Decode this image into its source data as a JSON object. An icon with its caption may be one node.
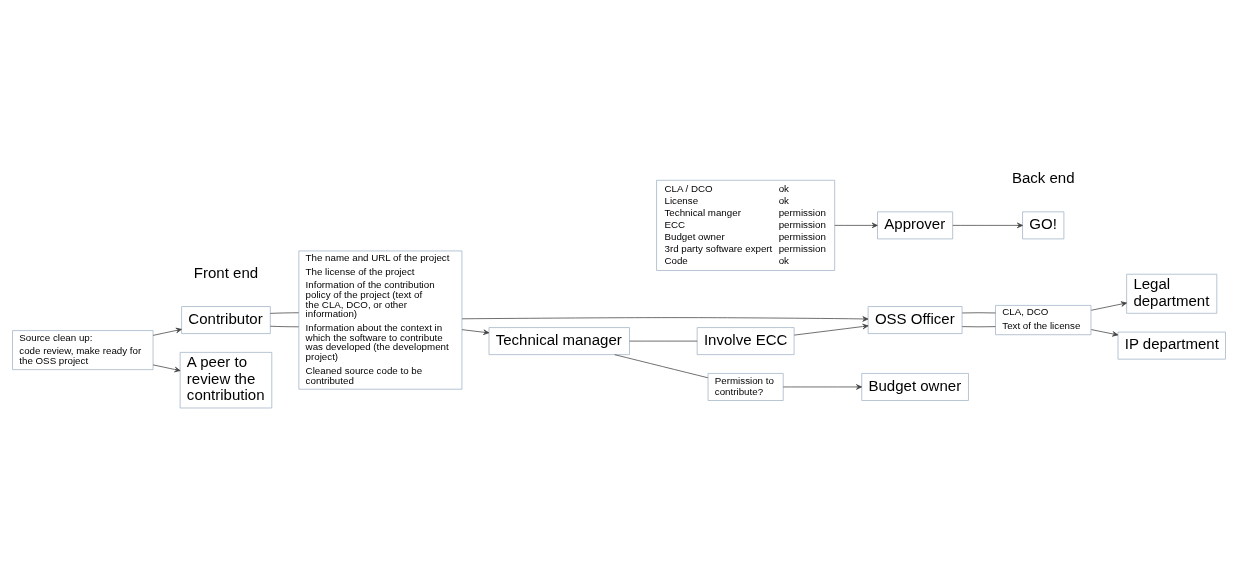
{
  "diagram": {
    "nodes": [
      {
        "text": [
          "Contributor"
        ]
      },
      {
        "text": [
          "Source clean up:",
          "code review, make ready for the OSS project"
        ]
      },
      {
        "text": [
          "A peer to review the contribution"
        ]
      },
      {
        "text": [
          "The name and URL of the project",
          "The license of the project",
          "Information of the contribution policy of the project (text of the CLA, DCO, or other information)",
          "Information about the context in which the software to contribute was developed (the development project)",
          "Cleaned source code to be contributed"
        ]
      },
      {
        "text": [
          "OSS Officer"
        ]
      },
      {
        "text": [
          "Involve ECC"
        ]
      },
      {
        "text": [
          "Technical manager"
        ]
      },
      {
        "text": [
          "CLA, DCO",
          "Text of the license"
        ]
      },
      {
        "text": [
          "Legal department"
        ]
      },
      {
        "text": [
          "IP department"
        ]
      },
      {
        "text": [
          "Permission to contribute?"
        ]
      },
      {
        "text": [
          "Budget owner"
        ]
      },
      {
        "text": [
          "CLA / DCO",
          "ok",
          "License",
          "ok",
          "Technical manger",
          "permission",
          "ECC",
          "permission",
          "Budget owner",
          "permission",
          "3rd party software expert",
          "permission",
          "Code",
          "ok"
        ]
      },
      {
        "text": [
          "Approver"
        ]
      },
      {
        "text": [
          "GO!"
        ]
      }
    ],
    "edges": [
      {
        "from": 1,
        "to": 0,
        "arrow": "to"
      },
      {
        "from": 1,
        "to": 2,
        "arrow": "to"
      },
      {
        "from": 0,
        "to": 3,
        "arrow": "none"
      },
      {
        "from": 0,
        "to": 3,
        "arrow": "none"
      },
      {
        "from": 3,
        "to": 4,
        "arrow": "to"
      },
      {
        "from": 3,
        "to": 6,
        "arrow": "to"
      },
      {
        "from": 6,
        "to": 5,
        "arrow": "none"
      },
      {
        "from": 5,
        "to": 4,
        "arrow": "to"
      },
      {
        "from": 4,
        "to": 7,
        "arrow": "none"
      },
      {
        "from": 4,
        "to": 7,
        "arrow": "none"
      },
      {
        "from": 7,
        "to": 8,
        "arrow": "to"
      },
      {
        "from": 7,
        "to": 9,
        "arrow": "to"
      },
      {
        "from": 6,
        "to": 10,
        "arrow": "none"
      },
      {
        "from": 10,
        "to": 11,
        "arrow": "to"
      },
      {
        "from": 12,
        "to": 13,
        "arrow": "to"
      },
      {
        "from": 13,
        "to": 14,
        "arrow": "to"
      }
    ],
    "labels": [
      "Front end",
      "Back end"
    ]
  }
}
